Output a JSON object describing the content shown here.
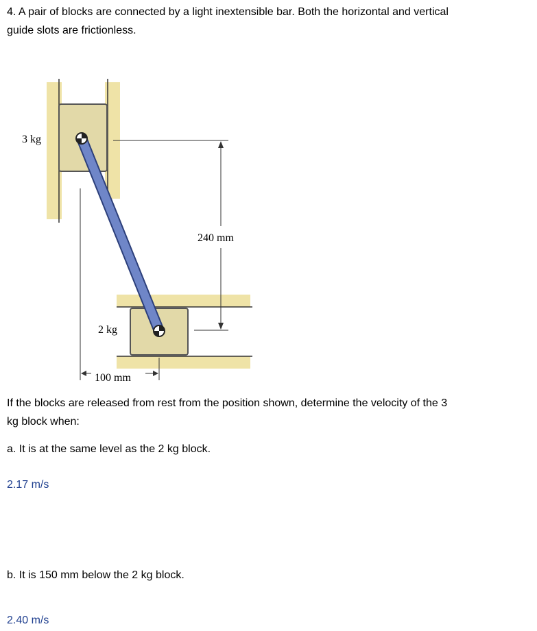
{
  "problem": {
    "line1": "4.  A pair of blocks are connected by a light inextensible bar.  Both the horizontal and vertical",
    "line2": "guide slots are frictionless."
  },
  "figure": {
    "mass_top": "3 kg",
    "mass_bottom": "2 kg",
    "dim_vertical": "240 mm",
    "dim_horizontal": "100 mm",
    "colors": {
      "guide": "#e9d98a",
      "block": "#e2d9a8",
      "bar": "#6f86c8",
      "bar_edge": "#2c3f7a"
    }
  },
  "question": {
    "line1": "If the blocks are released from rest from the position shown, determine the velocity of the 3",
    "line2": "kg block when:",
    "part_a": "a.   It is at the same level as the 2 kg block.",
    "answer_a": "2.17 m/s",
    "part_b": "b.   It is 150 mm below the 2 kg block.",
    "answer_b": "2.40 m/s"
  }
}
